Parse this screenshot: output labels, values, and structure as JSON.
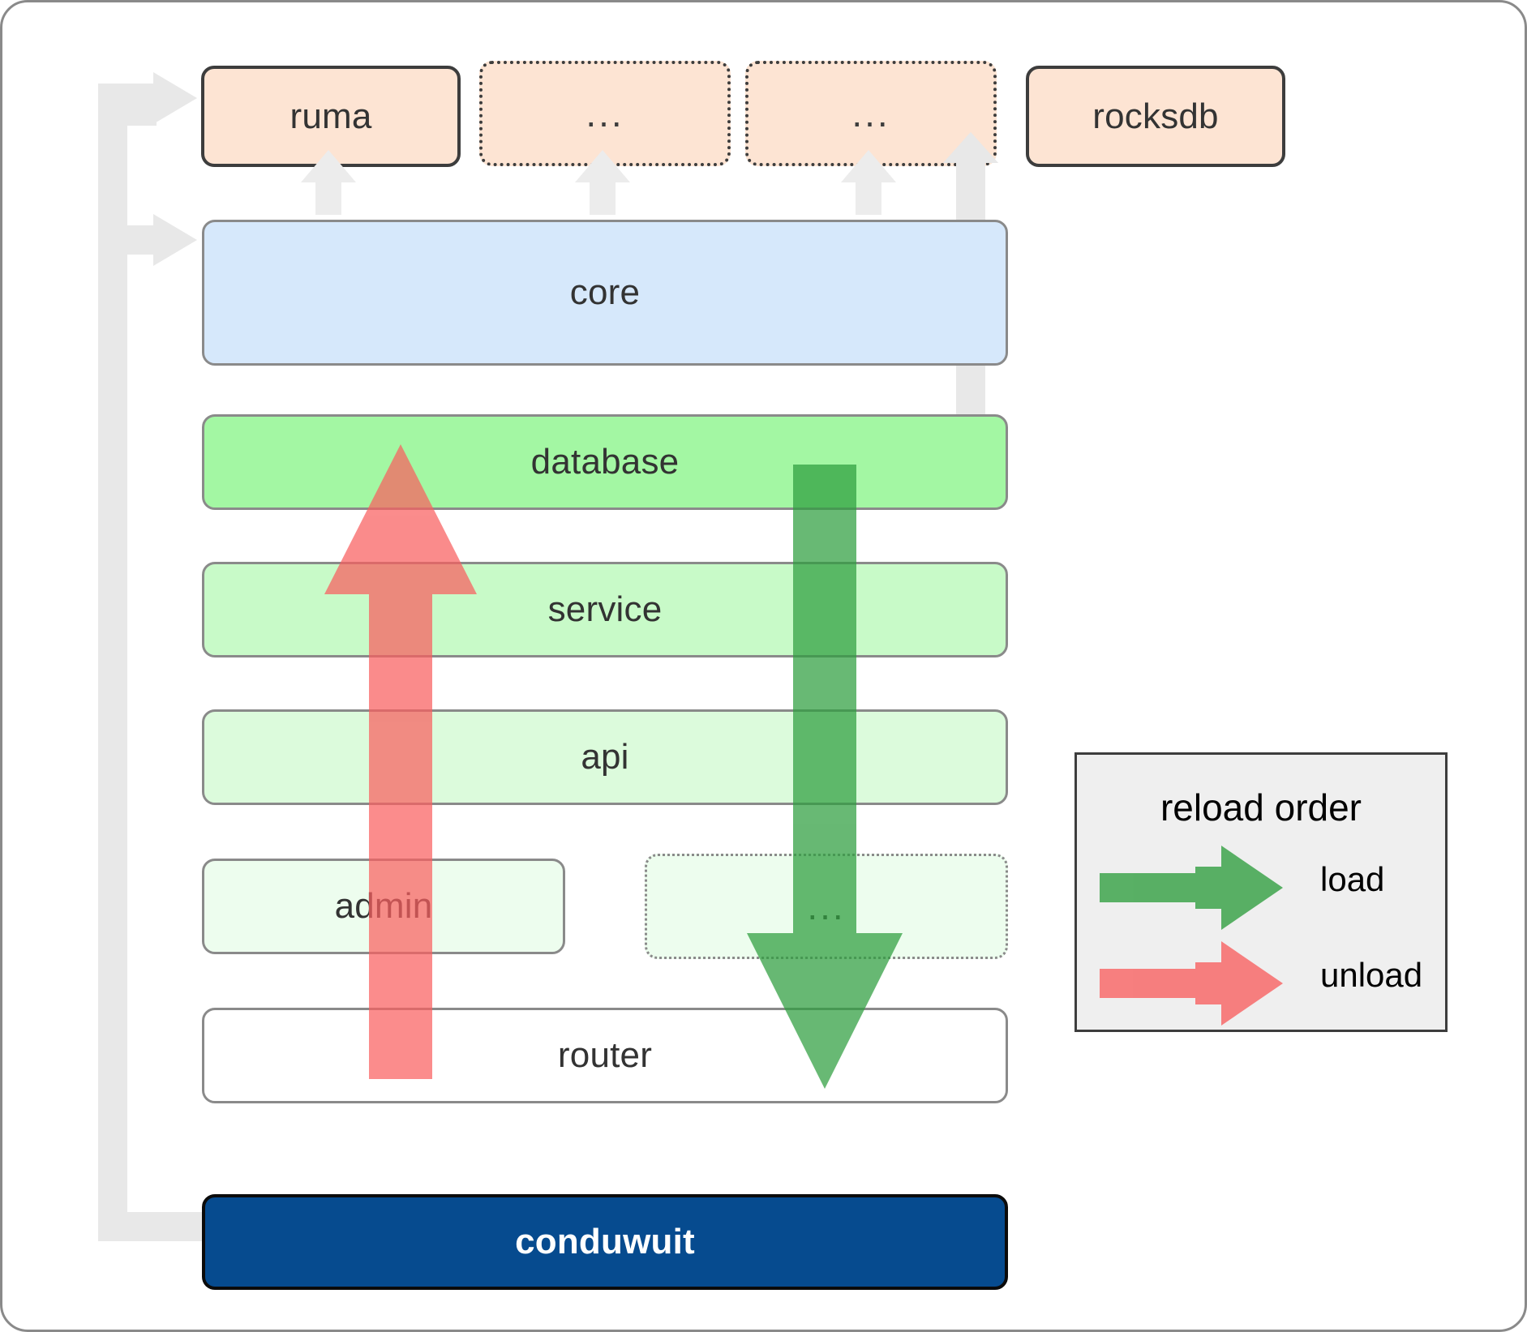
{
  "diagram": {
    "title": "conduwuit crate architecture / reload order",
    "type": "layered-architecture"
  },
  "external_row": [
    {
      "label": "ruma",
      "border": "solid",
      "fill": "#fde4d3"
    },
    {
      "label": "...",
      "border": "dotted",
      "fill": "#fde4d3"
    },
    {
      "label": "...",
      "border": "dotted",
      "fill": "#fde4d3"
    },
    {
      "label": "rocksdb",
      "border": "solid",
      "fill": "#fde4d3"
    }
  ],
  "layers": [
    {
      "label": "core",
      "fill": "#d6e8fb",
      "border": "solid"
    },
    {
      "label": "database",
      "fill": "#a3f7a3",
      "border": "solid"
    },
    {
      "label": "service",
      "fill": "#c8fac8",
      "border": "solid"
    },
    {
      "label": "api",
      "fill": "#dcfbdc",
      "border": "solid"
    },
    {
      "label": "admin",
      "fill": "#edfdee",
      "border": "solid"
    },
    {
      "label": "...",
      "fill": "#edfdee",
      "border": "dotted"
    },
    {
      "label": "router",
      "fill": "#ffffff",
      "border": "solid"
    }
  ],
  "binary": {
    "label": "conduwuit",
    "fill": "#064b8f",
    "text_color": "#ffffff"
  },
  "legend": {
    "title": "reload order",
    "entries": [
      {
        "label": "load",
        "color": "#66bb6a",
        "direction": "down"
      },
      {
        "label": "unload",
        "color": "#f98080",
        "direction": "up"
      }
    ]
  },
  "colors": {
    "connector_gray": "#e8e8e8",
    "load_green": "#66bb6a",
    "load_green_dark": "#2e9e3e",
    "unload_red": "#f98080",
    "unload_red_dark": "#f95555",
    "border_dark": "#3d3d3d",
    "border_gray": "#8a8a8a",
    "canvas": "#ffffff"
  }
}
